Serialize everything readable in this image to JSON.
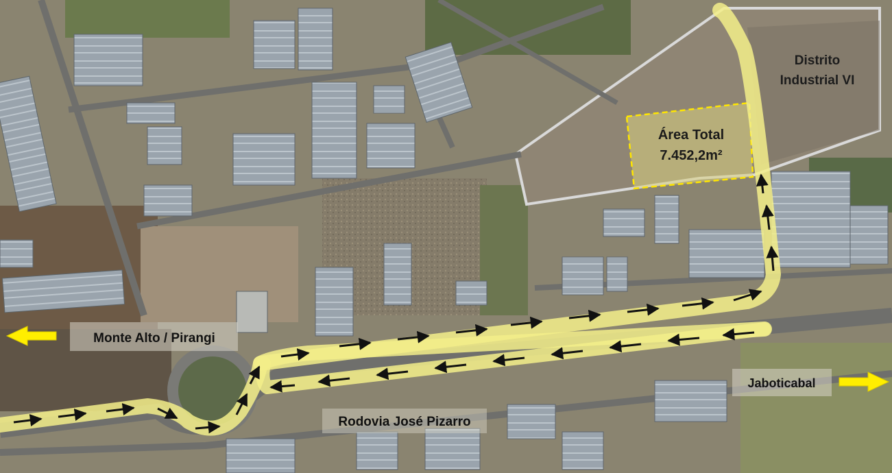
{
  "labels": {
    "district_line1": "Distrito",
    "district_line2": "Industrial VI",
    "area_line1": "Área Total",
    "area_line2": "7.452,2m²",
    "west_direction": "Monte Alto / Pirangi",
    "east_direction": "Jaboticabal",
    "highway": "Rodovia José Pizarro"
  },
  "colors": {
    "route_highlight": "#f3ee8a",
    "route_arrow": "#111111",
    "direction_arrow": "#ffee00",
    "district_border": "#d9d9d9",
    "area_border": "#ffe600",
    "area_fill": "#d8cf80"
  },
  "icons": {
    "west": "arrow-left-icon",
    "east": "arrow-right-icon",
    "route": "route-arrow-icon"
  }
}
